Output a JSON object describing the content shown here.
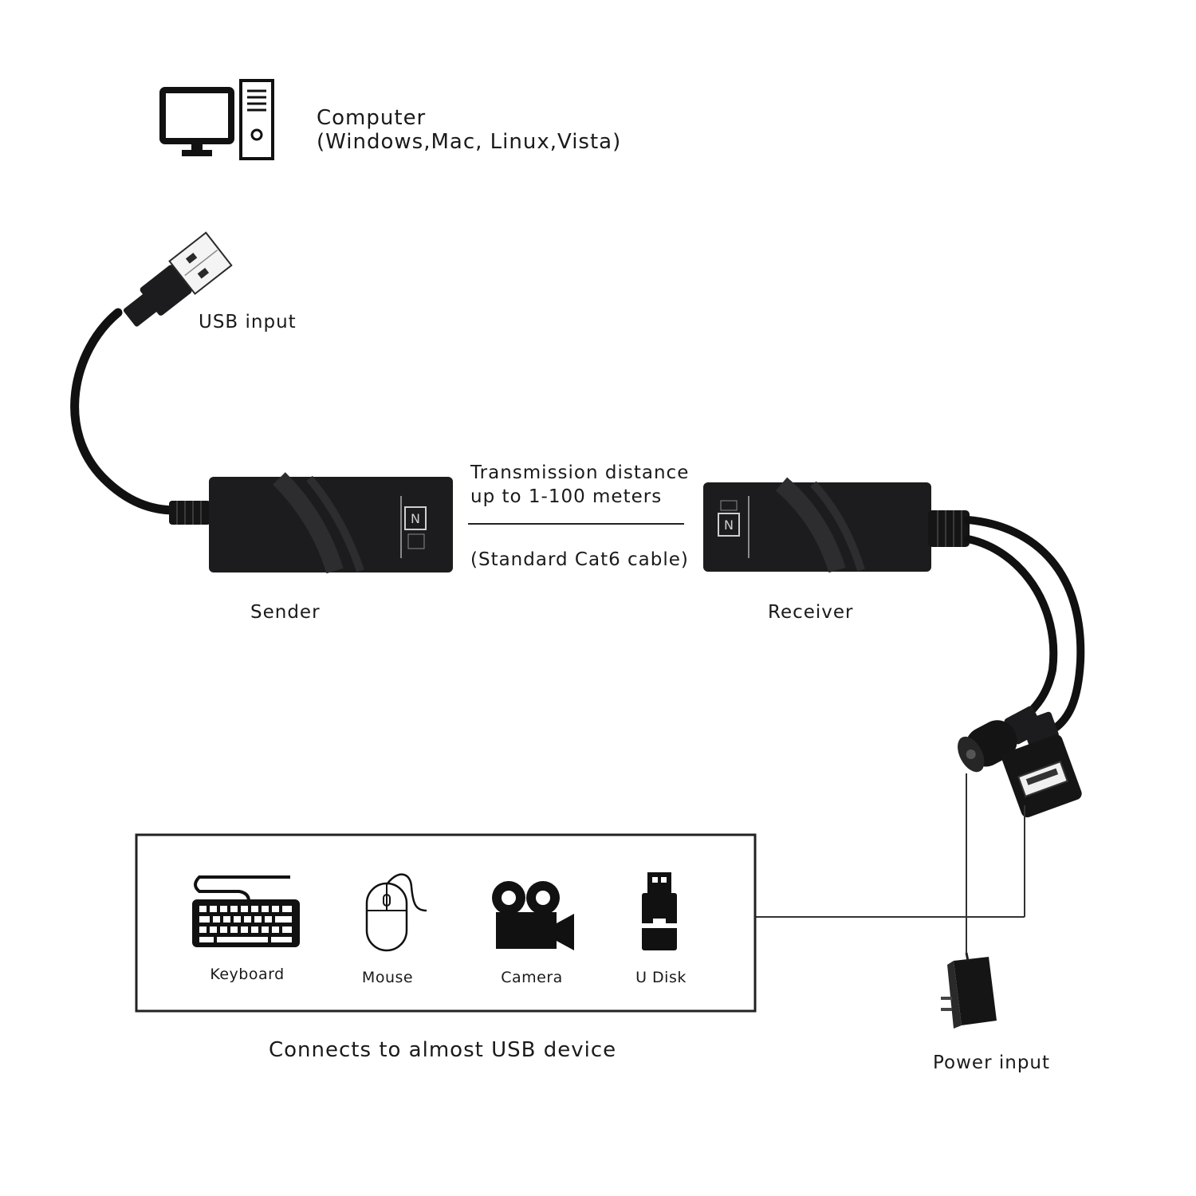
{
  "computer": {
    "title": "Computer",
    "os_list": "(Windows,Mac, Linux,Vista)"
  },
  "usb_input_label": "USB input",
  "transmission": {
    "line1": "Transmission distance",
    "line2": "up to 1-100 meters",
    "cable": "(Standard Cat6 cable)"
  },
  "sender_label": "Sender",
  "receiver_label": "Receiver",
  "devices": [
    {
      "label": "Keyboard",
      "icon": "keyboard-icon"
    },
    {
      "label": "Mouse",
      "icon": "mouse-icon"
    },
    {
      "label": "Camera",
      "icon": "camera-icon"
    },
    {
      "label": "U Disk",
      "icon": "usb-disk-icon"
    }
  ],
  "devices_caption": "Connects to almost USB device",
  "power_label": "Power input",
  "colors": {
    "device_body": "#1c1c1e",
    "cable": "#111111",
    "line": "#333333"
  }
}
